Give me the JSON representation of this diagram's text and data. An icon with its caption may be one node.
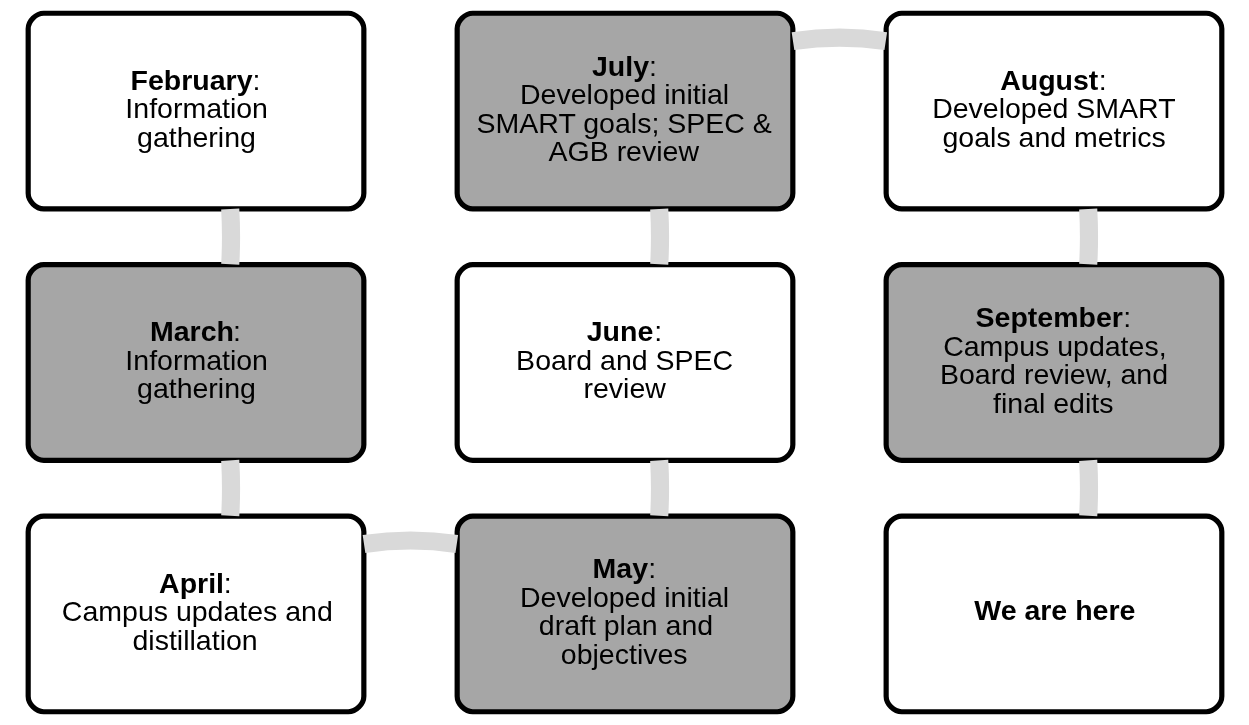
{
  "diagram": {
    "nodes": [
      {
        "text": [
          "**February**:",
          "Information gathering"
        ]
      },
      {
        "text": [
          "**March**:",
          "Information gathering"
        ]
      },
      {
        "text": [
          "**April**:",
          "Campus updates and distillation"
        ]
      },
      {
        "text": [
          "**May**:",
          "Developed initial draft plan and objectives"
        ]
      },
      {
        "text": [
          "**June**:",
          "Board and SPEC review"
        ]
      },
      {
        "text": [
          "**July**:",
          "Developed initial SMART goals; SPEC & AGB review"
        ]
      },
      {
        "text": [
          "**August**:",
          "Developed SMART goals and metrics"
        ]
      },
      {
        "text": [
          "**September**:",
          "Campus updates, Board review, and final edits"
        ]
      },
      {
        "text": [
          "We are here"
        ]
      }
    ],
    "edges": [
      {
        "from": 0,
        "to": 1,
        "arrow": "none"
      },
      {
        "from": 1,
        "to": 2,
        "arrow": "none"
      },
      {
        "from": 2,
        "to": 3,
        "arrow": "none"
      },
      {
        "from": 3,
        "to": 4,
        "arrow": "none"
      },
      {
        "from": 4,
        "to": 5,
        "arrow": "none"
      },
      {
        "from": 5,
        "to": 6,
        "arrow": "none"
      },
      {
        "from": 6,
        "to": 7,
        "arrow": "none"
      },
      {
        "from": 7,
        "to": 8,
        "arrow": "none"
      }
    ]
  }
}
